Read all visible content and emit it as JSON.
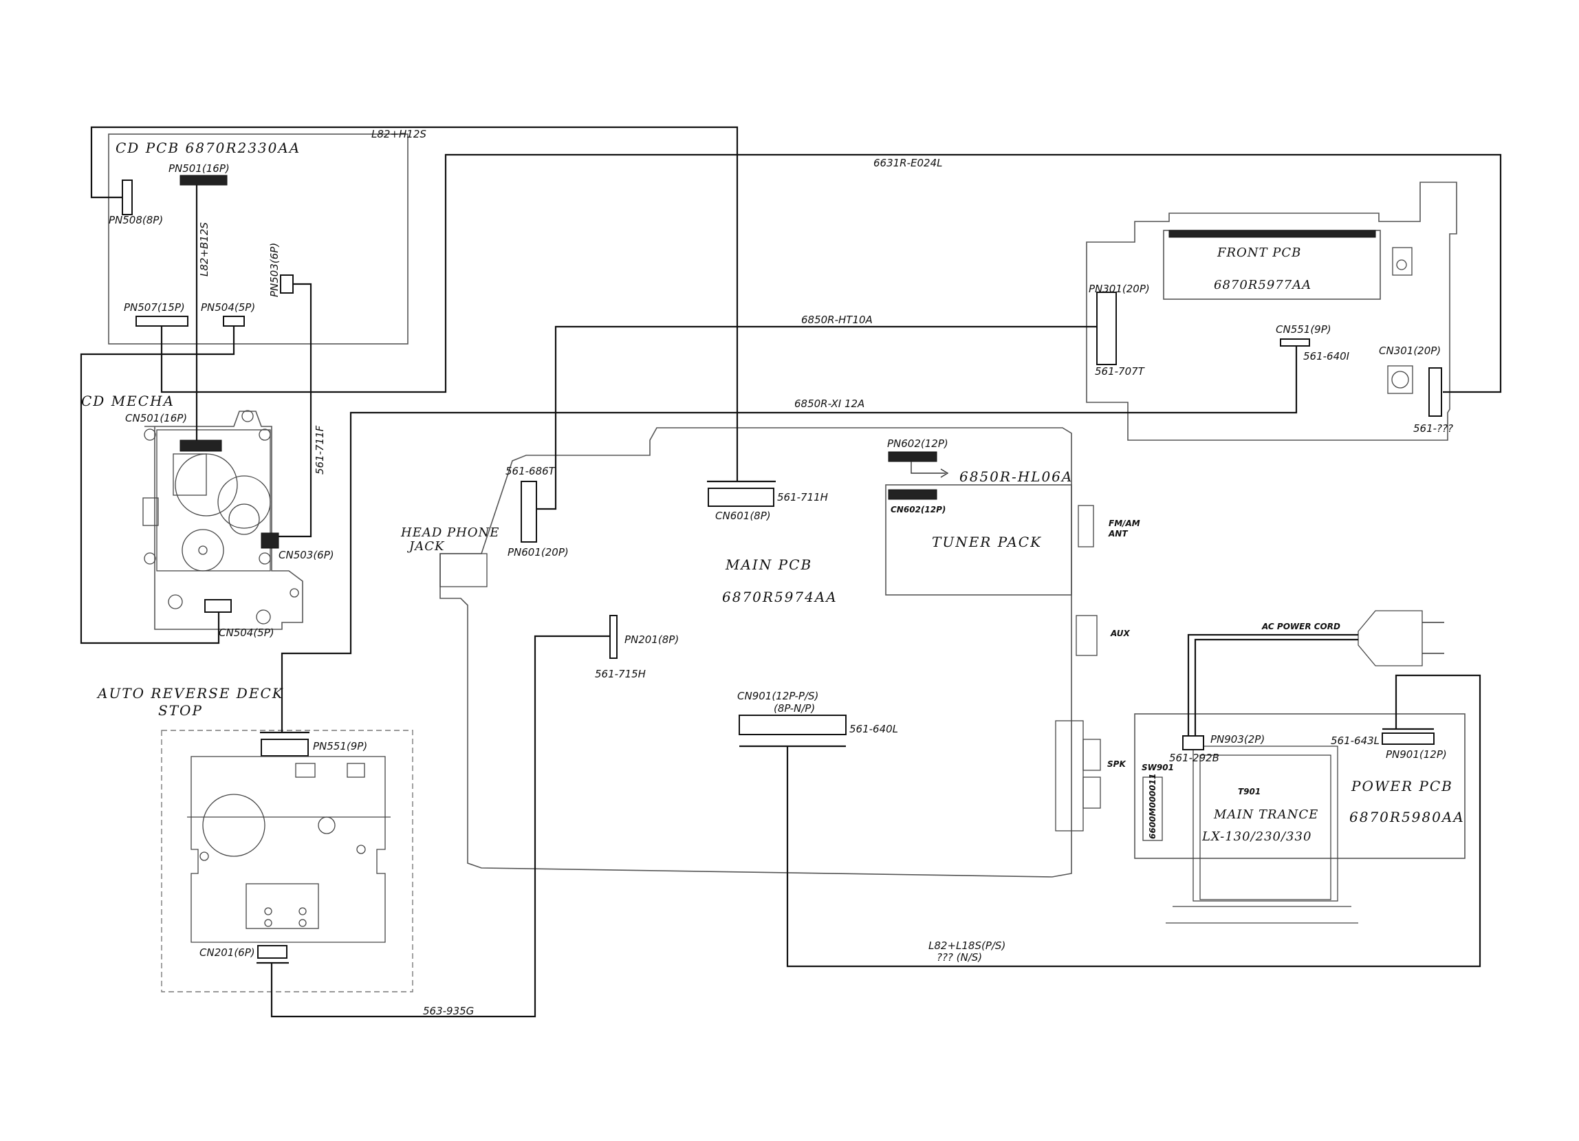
{
  "boards": {
    "cd_pcb": "CD  PCB   6870R2330AA",
    "cd_mecha": "CD  MECHA",
    "front_pcb_name": "FRONT  PCB",
    "front_pcb_code": "6870R5977AA",
    "main_pcb_name": "MAIN  PCB",
    "main_pcb_code": "6870R5974AA",
    "tuner_pack": "TUNER  PACK",
    "power_pcb_name": "POWER  PCB",
    "power_pcb_code": "6870R5980AA",
    "main_trance": "MAIN  TRANCE",
    "main_trance_model": "LX-130/230/330",
    "t901": "T901",
    "deck_line1": "AUTO  REVERSE  DECK",
    "deck_line2": "STOP",
    "headphone_line1": "HEAD  PHONE",
    "headphone_line2": "JACK"
  },
  "connectors": {
    "pn501": "PN501(16P)",
    "pn508": "PN508(8P)",
    "pn503": "PN503(6P)",
    "pn507": "PN507(15P)",
    "pn504": "PN504(5P)",
    "cn501": "CN501(16P)",
    "cn503": "CN503(6P)",
    "cn504": "CN504(5P)",
    "pn301": "PN301(20P)",
    "cn551": "CN551(9P)",
    "cn301": "CN301(20P)",
    "pn602": "PN602(12P)",
    "cn602": "CN602(12P)",
    "cn601": "CN601(8P)",
    "pn601": "PN601(20P)",
    "pn201": "PN201(8P)",
    "cn901_a": "CN901(12P-P/S)",
    "cn901_b": "(8P-N/P)",
    "pn903": "PN903(2P)",
    "pn901": "PN901(12P)",
    "pn551": "PN551(9P)",
    "cn201": "CN201(6P)",
    "sw901": "SW901",
    "sw_code": "6600M000011",
    "fm_am_1": "FM/AM",
    "fm_am_2": "ANT",
    "aux": "AUX",
    "spk": "SPK",
    "ac_cord": "AC POWER CORD"
  },
  "wires": {
    "l82_h12s": "L82+H12S",
    "l82_b12s": "L82+B12S",
    "e024l": "6631R-E024L",
    "ht10a": "6850R-HT10A",
    "xi12a": "6850R-XI 12A",
    "w711f": "561-711F",
    "w707t": "561-707T",
    "w640i": "561-640I",
    "w_unk": "561-???",
    "w686t": "561-686T",
    "w711h": "561-711H",
    "hl06a": "6850R-HL06A",
    "w715h": "561-715H",
    "w640l": "561-640L",
    "w292b": "561-292B",
    "w643l": "561-643L",
    "l18s_1": "L82+L18S(P/S)",
    "l18s_2": "???     (N/S)",
    "w935g": "563-935G"
  }
}
